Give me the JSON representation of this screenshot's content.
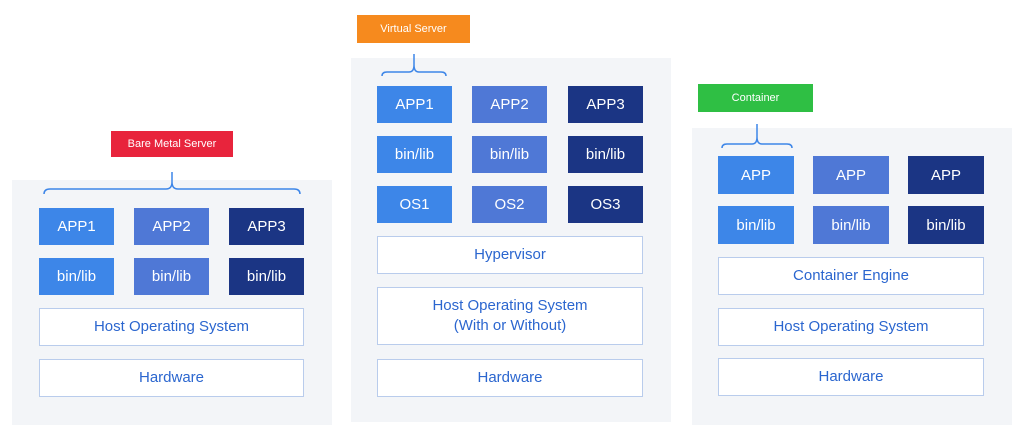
{
  "colors": {
    "app_light": "#3d86e8",
    "app_mid": "#4f78d6",
    "app_dark": "#1b3584",
    "outline_text": "#2b66cf",
    "tag_bare": "#e8243c",
    "tag_virtual": "#f68a1e",
    "tag_container": "#2fbf44",
    "panel_bg": "#f3f5f8"
  },
  "bare_metal": {
    "tag": "Bare Metal Server",
    "apps": [
      "APP1",
      "APP2",
      "APP3"
    ],
    "libs": [
      "bin/lib",
      "bin/lib",
      "bin/lib"
    ],
    "host_os": "Host Operating System",
    "hardware": "Hardware"
  },
  "virtual": {
    "tag": "Virtual Server",
    "apps": [
      "APP1",
      "APP2",
      "APP3"
    ],
    "libs": [
      "bin/lib",
      "bin/lib",
      "bin/lib"
    ],
    "oses": [
      "OS1",
      "OS2",
      "OS3"
    ],
    "hypervisor": "Hypervisor",
    "host_os_line1": "Host Operating System",
    "host_os_line2": "(With or Without)",
    "hardware": "Hardware"
  },
  "container": {
    "tag": "Container",
    "apps": [
      "APP",
      "APP",
      "APP"
    ],
    "libs": [
      "bin/lib",
      "bin/lib",
      "bin/lib"
    ],
    "engine": "Container Engine",
    "host_os": "Host Operating System",
    "hardware": "Hardware"
  }
}
